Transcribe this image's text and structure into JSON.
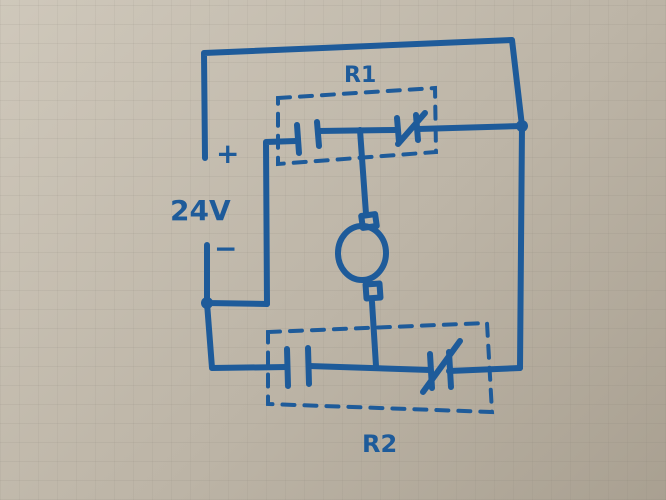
{
  "labels": {
    "r1": "R1",
    "r2": "R2",
    "voltage": "24V",
    "plus": "+",
    "minus": "−"
  },
  "colors": {
    "ink": "#1e5b9a",
    "paper": "#c6bfb2"
  }
}
